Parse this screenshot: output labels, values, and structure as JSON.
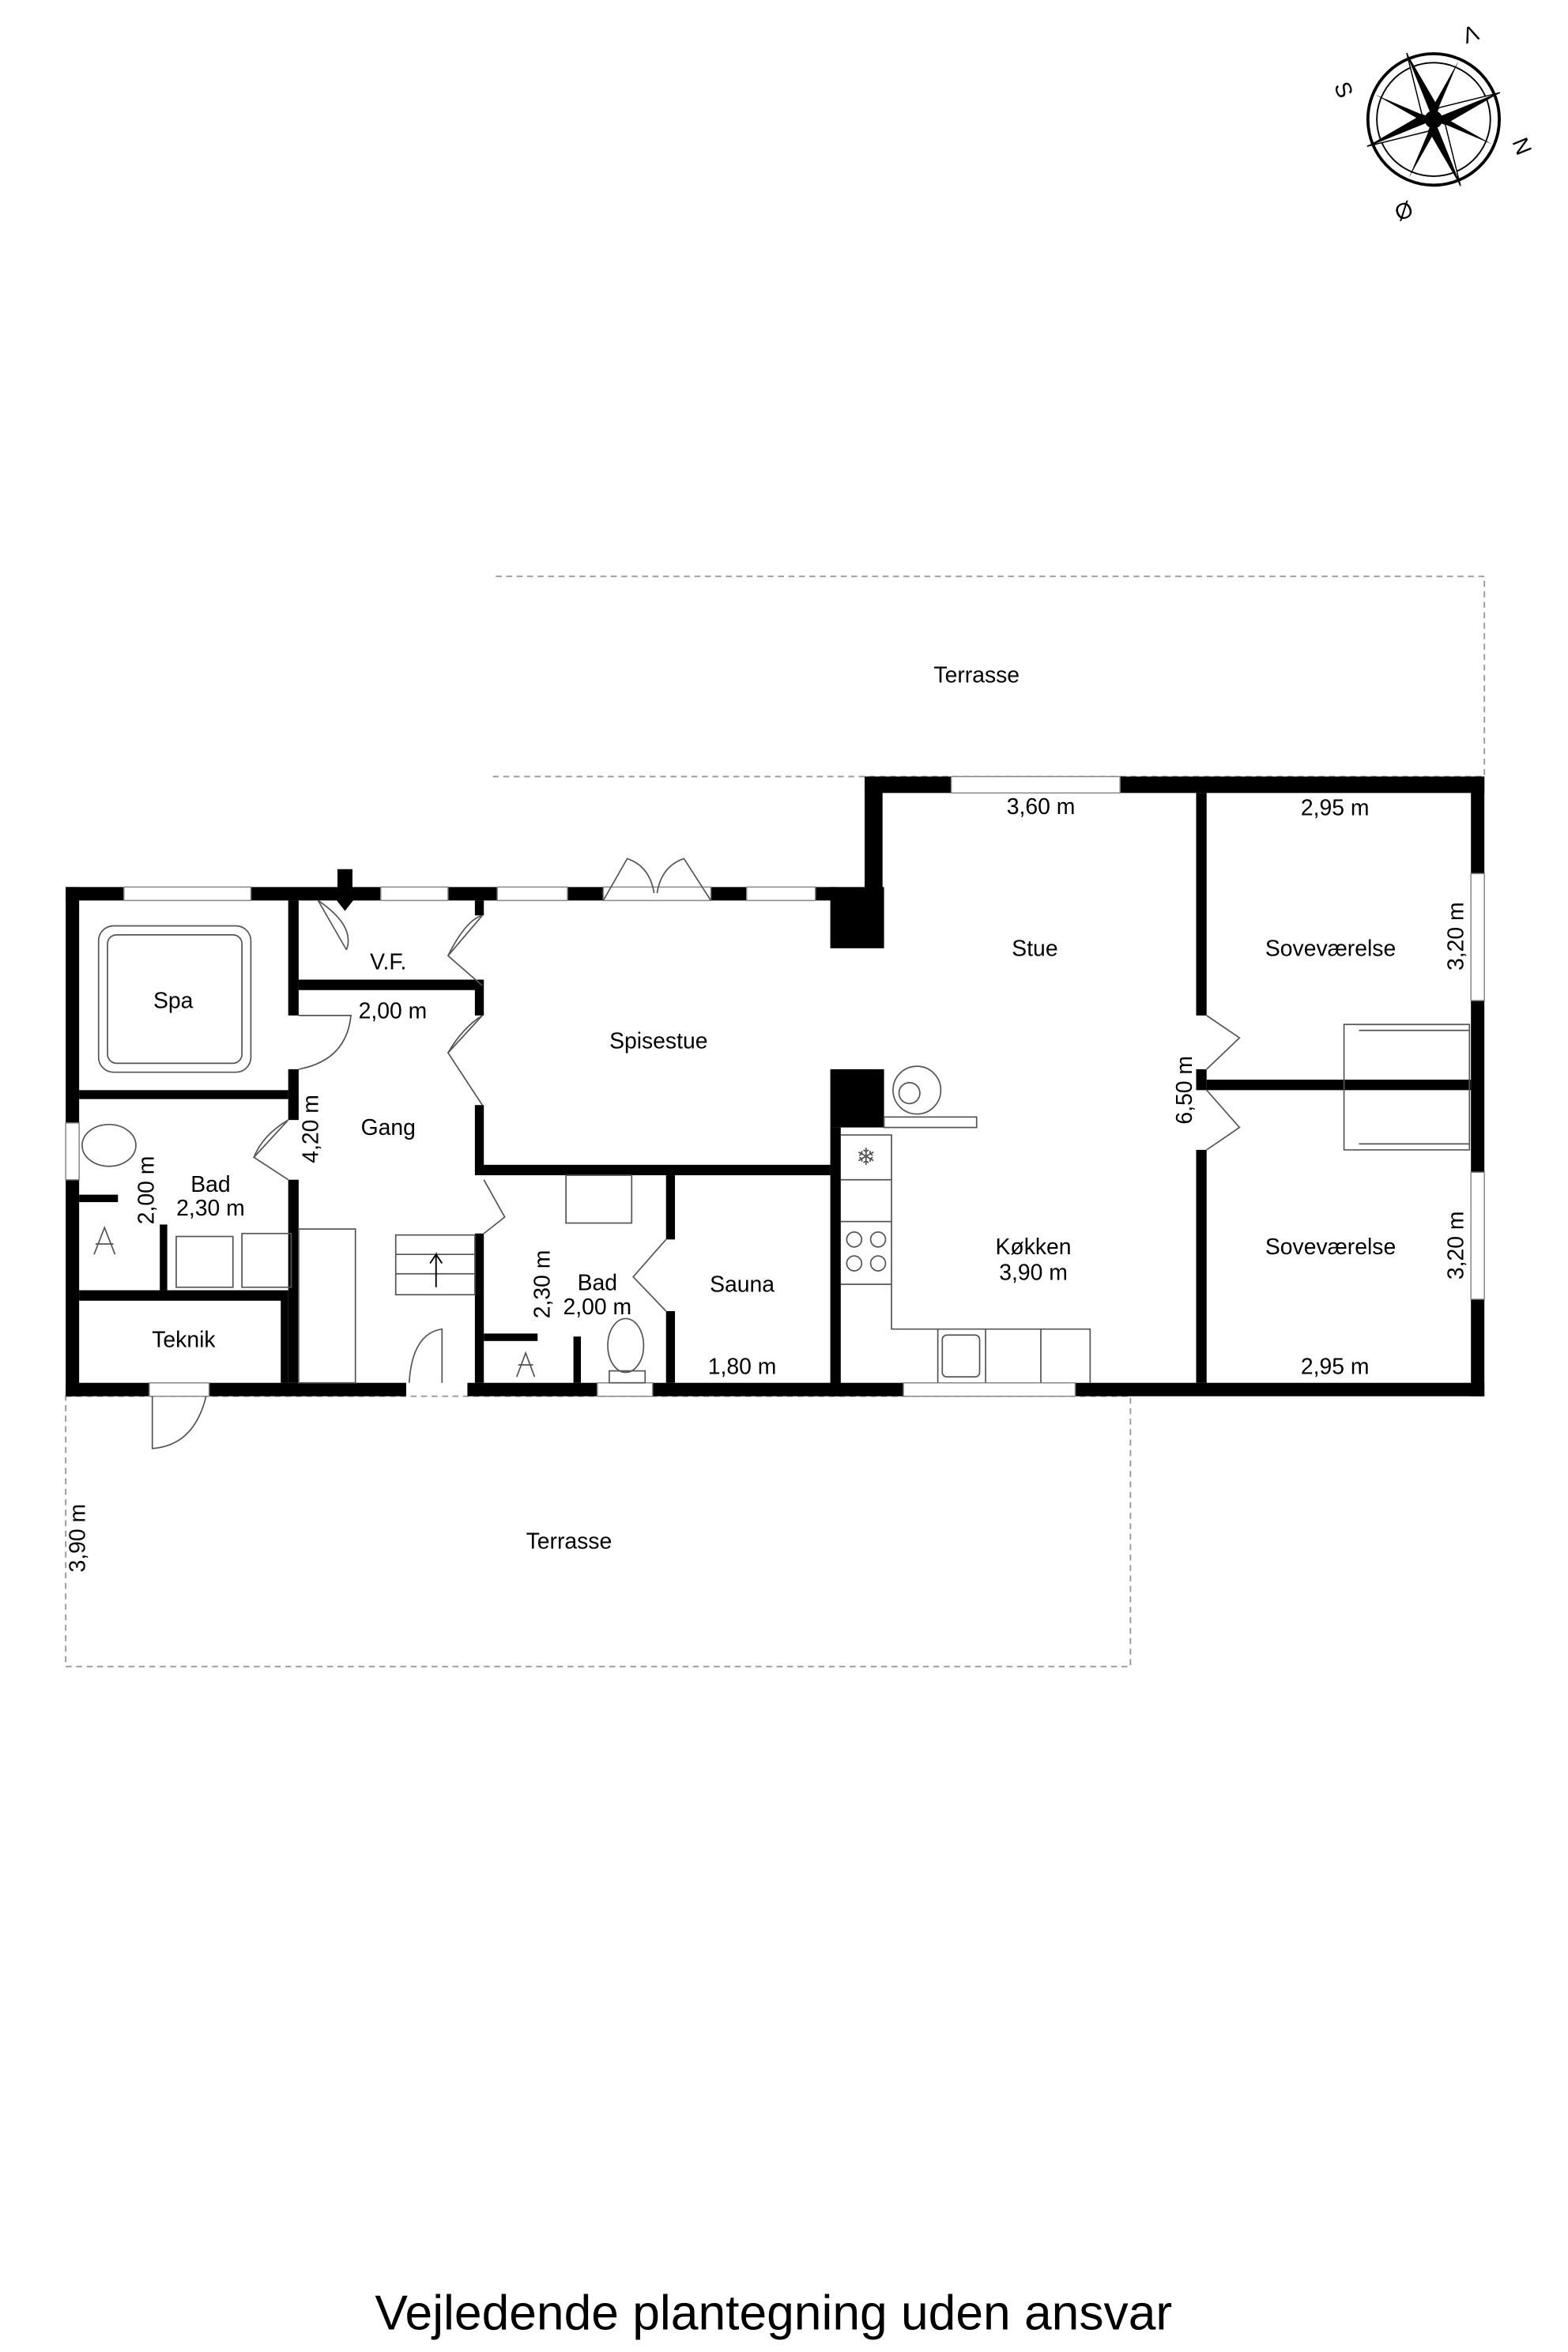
{
  "title": "Vejledende plantegning uden ansvar",
  "compass": {
    "v": "V",
    "s": "S",
    "n": "N",
    "o": "Ø"
  },
  "rooms": {
    "terrasse_top": "Terrasse",
    "terrasse_bottom": "Terrasse",
    "spa": "Spa",
    "vf": "V.F.",
    "gang": "Gang",
    "spisestue": "Spisestue",
    "stue": "Stue",
    "bad1": "Bad",
    "bad2": "Bad",
    "teknik": "Teknik",
    "sauna": "Sauna",
    "kokken": "Køkken",
    "sovevaerelse1": "Soveværelse",
    "sovevaerelse2": "Soveværelse"
  },
  "dimensions": {
    "vf_width": "2,00 m",
    "gang_length": "4,20 m",
    "bad1_width": "2,00 m",
    "bad1_length": "2,30 m",
    "bad2_width": "2,30 m",
    "bad2_length": "2,00 m",
    "sauna_width": "1,80 m",
    "stue_width": "3,60 m",
    "stue_length": "6,50 m",
    "kokken_width": "3,90 m",
    "sove1_width": "2,95 m",
    "sove1_length": "3,20 m",
    "sove2_width": "2,95 m",
    "sove2_length": "3,20 m",
    "terrasse_depth": "3,90 m"
  }
}
